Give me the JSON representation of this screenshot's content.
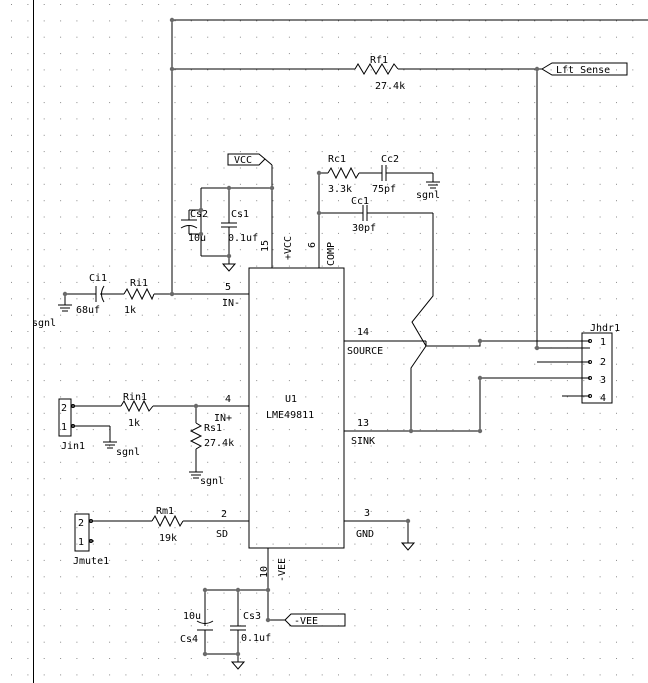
{
  "colors": {
    "background": "#ffffff",
    "wire": "#000000",
    "grid": "#8a8a8a",
    "junction": "#6a6a6a"
  },
  "ic": {
    "ref": "U1",
    "part": "LME49811",
    "pins": {
      "vcc": {
        "num": "15",
        "name": "+VCC"
      },
      "comp": {
        "num": "6",
        "name": "COMP"
      },
      "inm": {
        "num": "5",
        "name": "IN-"
      },
      "inp": {
        "num": "4",
        "name": "IN+"
      },
      "sd": {
        "num": "2",
        "name": "SD"
      },
      "source": {
        "num": "14",
        "name": "SOURCE"
      },
      "sink": {
        "num": "13",
        "name": "SINK"
      },
      "gnd": {
        "num": "3",
        "name": "GND"
      },
      "vee": {
        "num": "10",
        "name": "-VEE"
      }
    }
  },
  "components": {
    "rf1": {
      "ref": "Rf1",
      "value": "27.4k"
    },
    "rc1": {
      "ref": "Rc1",
      "value": "3.3k"
    },
    "cc2": {
      "ref": "Cc2",
      "value": "75pf"
    },
    "cc1": {
      "ref": "Cc1",
      "value": "30pf"
    },
    "cs2": {
      "ref": "Cs2",
      "value": "10u"
    },
    "cs1": {
      "ref": "Cs1",
      "value": "0.1uf"
    },
    "ci1": {
      "ref": "Ci1",
      "value": "68uf"
    },
    "ri1": {
      "ref": "Ri1",
      "value": "1k"
    },
    "rin1": {
      "ref": "Rin1",
      "value": "1k"
    },
    "rs1": {
      "ref": "Rs1",
      "value": "27.4k"
    },
    "rm1": {
      "ref": "Rm1",
      "value": "19k"
    },
    "cs4": {
      "ref": "Cs4",
      "value": "10u"
    },
    "cs3": {
      "ref": "Cs3",
      "value": "0.1uf"
    }
  },
  "connectors": {
    "jin1": {
      "ref": "Jin1",
      "pins": [
        "2",
        "1"
      ]
    },
    "jmute1": {
      "ref": "Jmute1",
      "pins": [
        "2",
        "1"
      ]
    },
    "jhdr1": {
      "ref": "Jhdr1",
      "pins": [
        "1",
        "2",
        "3",
        "4"
      ]
    }
  },
  "ports": {
    "vcc": "VCC",
    "vee": "-VEE",
    "lft_sense": "Lft Sense"
  },
  "grounds": {
    "cc2": "sgnl",
    "ci1": "sgnl",
    "jin1": "sgnl",
    "rs1": "sgnl"
  }
}
